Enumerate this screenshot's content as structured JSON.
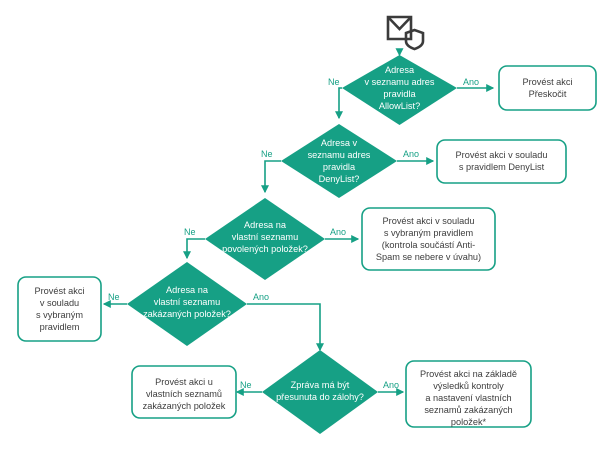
{
  "diagram": {
    "type": "flowchart",
    "language": "cs",
    "accent_color": "#16a085",
    "box_text_color": "#3d3d3d",
    "background_color": "#ffffff",
    "start_icon": "mail-shield-icon"
  },
  "edge_labels": {
    "yes": "Ano",
    "no": "Ne"
  },
  "decisions": [
    {
      "id": "allowlist",
      "lines": [
        "Adresa",
        "v seznamu adres",
        "pravidla",
        "AllowList?"
      ]
    },
    {
      "id": "denylist",
      "lines": [
        "Adresa v",
        "seznamu adres",
        "pravidla",
        "DenyList?"
      ]
    },
    {
      "id": "own-allowed",
      "lines": [
        "Adresa na",
        "vlastní seznamu",
        "povolených položek?"
      ]
    },
    {
      "id": "own-blocked",
      "lines": [
        "Adresa na",
        "vlastní seznamu",
        "zakázaných položek?"
      ]
    },
    {
      "id": "move-to-backup",
      "lines": [
        "Zpráva má být",
        "přesunuta do zálohy?"
      ]
    }
  ],
  "actions": [
    {
      "id": "skip-action",
      "lines": [
        "Provést akci",
        "Přeskočit"
      ]
    },
    {
      "id": "denylist-action",
      "lines": [
        "Provést akci v souladu",
        "s pravidlem DenyList"
      ]
    },
    {
      "id": "selected-rule-antispam-action",
      "lines": [
        "Provést akci v souladu",
        "s vybraným pravidlem",
        "(kontrola součástí Anti-",
        "Spam se nebere v úvahu)"
      ]
    },
    {
      "id": "selected-rule-action",
      "lines": [
        "Provést akci",
        "v souladu",
        "s vybraným",
        "pravidlem"
      ]
    },
    {
      "id": "own-blocked-lists-action",
      "lines": [
        "Provést akci u",
        "vlastních seznamů",
        "zakázaných položek"
      ]
    },
    {
      "id": "scan-result-action",
      "lines": [
        "Provést akci na základě",
        "výsledků kontroly",
        "a nastavení vlastních",
        "seznamů zakázaných",
        "položek*"
      ]
    }
  ]
}
